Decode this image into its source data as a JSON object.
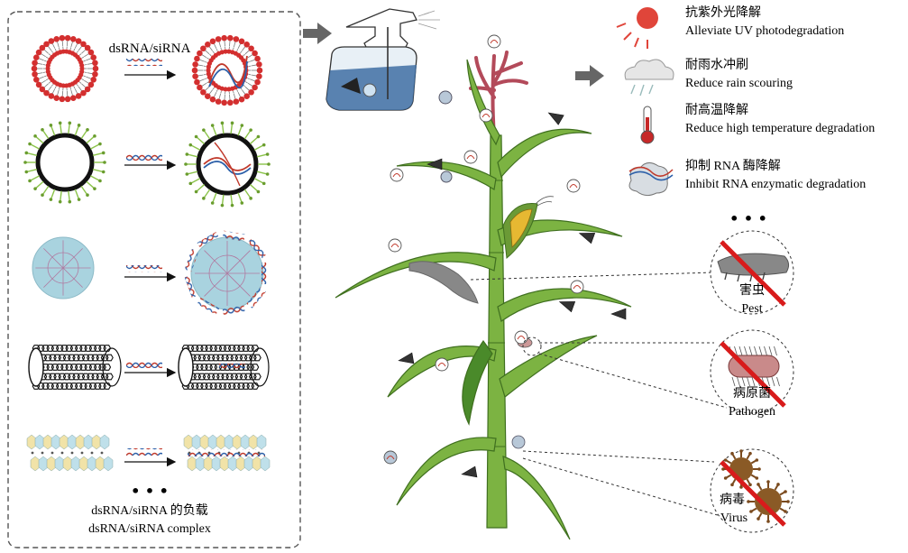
{
  "panel": {
    "top_label": "dsRNA/siRNA",
    "dots": "• • •",
    "caption_cn": "dsRNA/siRNA 的负载",
    "caption_en": "dsRNA/siRNA complex"
  },
  "benefits": [
    {
      "cn": "抗紫外光降解",
      "en": "Alleviate UV photodegradation",
      "icon": "sun-icon"
    },
    {
      "cn": "耐雨水冲刷",
      "en": "Reduce rain scouring",
      "icon": "rain-cloud-icon"
    },
    {
      "cn": "耐高温降解",
      "en": "Reduce high temperature degradation",
      "icon": "thermometer-icon"
    },
    {
      "cn": "抑制 RNA 酶降解",
      "en": "Inhibit RNA enzymatic degradation",
      "icon": "enzyme-icon"
    }
  ],
  "benefit_dots": "• • •",
  "targets": [
    {
      "cn": "害虫",
      "en": "Pest",
      "icon": "pest-icon"
    },
    {
      "cn": "病原菌",
      "en": "Pathogen",
      "icon": "pathogen-icon"
    },
    {
      "cn": "病毒",
      "en": "Virus",
      "icon": "virus-icon"
    }
  ],
  "colors": {
    "leaf": "#7cb342",
    "leaf_dark": "#3f6f1f",
    "lipid_red": "#d32f2f",
    "green_ligand": "#8bc34a",
    "nano_blue": "#a9d3df",
    "ban_red": "#d81b1b",
    "tassel": "#b34a5a",
    "virus_brown": "#7a4a1e"
  }
}
